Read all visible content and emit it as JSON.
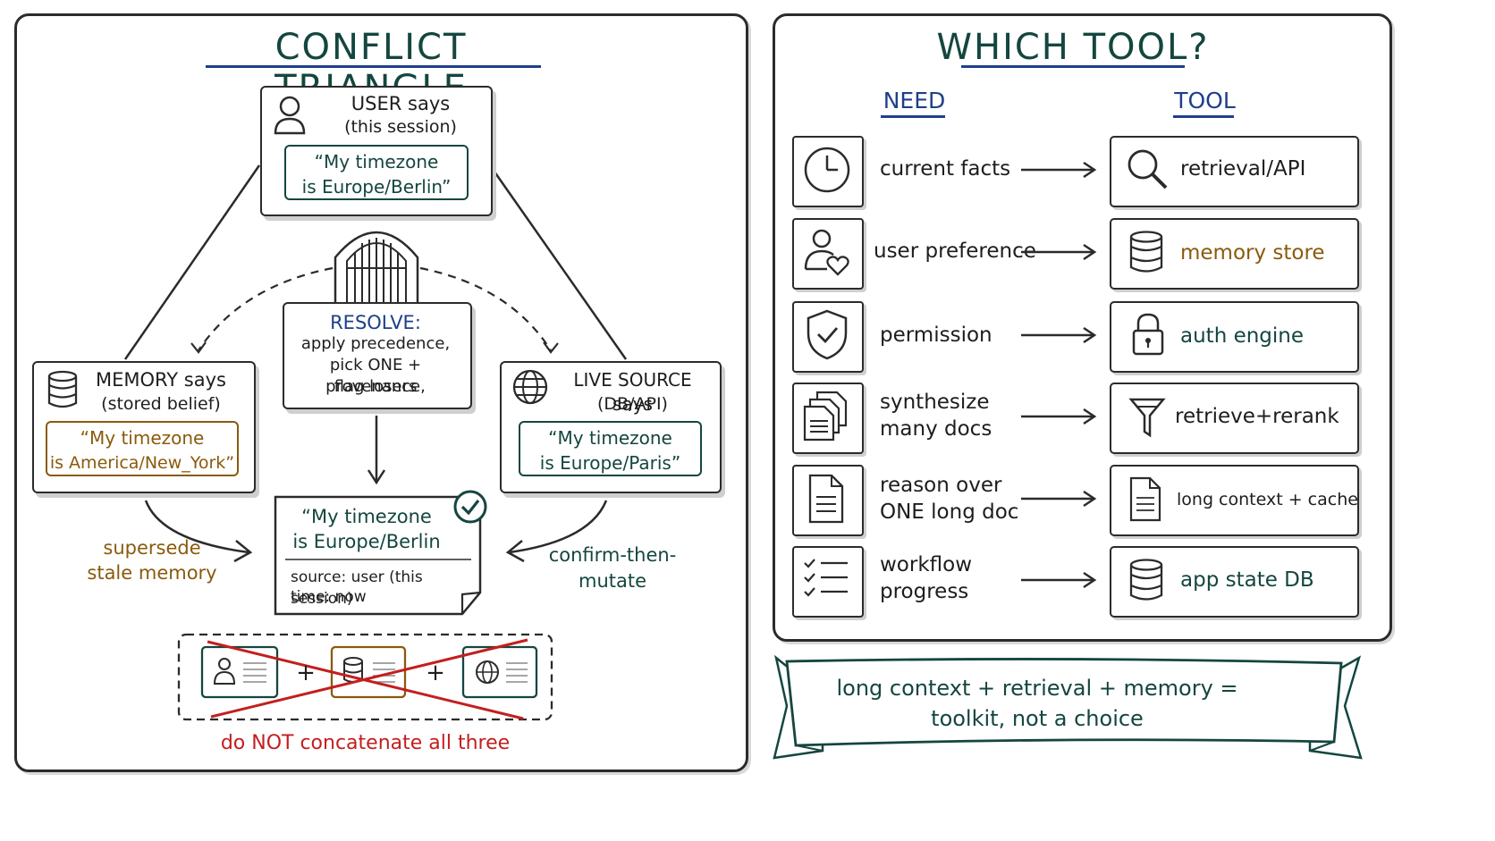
{
  "left": {
    "title": "CONFLICT TRIANGLE",
    "user": {
      "header": "USER says",
      "sub": "(this session)",
      "quote_1": "“My timezone",
      "quote_2": "is Europe/Berlin”",
      "icon": "person-icon"
    },
    "memory": {
      "header": "MEMORY says",
      "sub": "(stored belief)",
      "quote_1": "“My timezone",
      "quote_2": "is America/New_York”",
      "icon": "database-icon"
    },
    "live": {
      "header": "LIVE SOURCE says",
      "sub": "(DB/API)",
      "quote_1": "“My timezone",
      "quote_2": "is Europe/Paris”",
      "icon": "globe-icon"
    },
    "resolve": {
      "title": "RESOLVE:",
      "line_1": "apply precedence,",
      "line_2": "pick ONE + provenance,",
      "line_3": "flag losers",
      "icon": "gate-icon"
    },
    "result": {
      "quote_1": "“My timezone",
      "quote_2": "is Europe/Berlin",
      "source": "source: user (this session)",
      "time": "time: now",
      "icon": "checkmark-icon"
    },
    "supersede": {
      "line_1": "supersede",
      "line_2": "stale memory"
    },
    "confirm": {
      "line_1": "confirm-then-",
      "line_2": "mutate"
    },
    "concat": {
      "plus_1": "+",
      "plus_2": "+",
      "warning": "do NOT concatenate all three"
    }
  },
  "right": {
    "title": "WHICH TOOL?",
    "need_header": "NEED",
    "tool_header": "TOOL",
    "rows": [
      {
        "need_1": "current facts",
        "need_2": "",
        "tool": "retrieval/API",
        "need_icon": "clock-icon",
        "tool_icon": "magnifier-icon",
        "tool_color": "#1d1d1d"
      },
      {
        "need_1": "user preference",
        "need_2": "",
        "tool": "memory store",
        "need_icon": "user-heart-icon",
        "tool_icon": "database-icon",
        "tool_color": "#8a5a0c"
      },
      {
        "need_1": "permission",
        "need_2": "",
        "tool": "auth engine",
        "need_icon": "shield-check-icon",
        "tool_icon": "padlock-icon",
        "tool_color": "#14463f"
      },
      {
        "need_1": "synthesize",
        "need_2": "many docs",
        "tool": "retrieve+rerank",
        "need_icon": "documents-icon",
        "tool_icon": "funnel-icon",
        "tool_color": "#1d1d1d"
      },
      {
        "need_1": "reason over",
        "need_2": "ONE long doc",
        "tool": "long context + cache",
        "need_icon": "document-icon",
        "tool_icon": "document-icon",
        "tool_color": "#1d1d1d"
      },
      {
        "need_1": "workflow",
        "need_2": "progress",
        "tool": "app state DB",
        "need_icon": "checklist-icon",
        "tool_icon": "database-icon",
        "tool_color": "#14463f"
      }
    ],
    "banner": {
      "line_1": "long context + retrieval + memory =",
      "line_2": "toolkit, not a choice"
    }
  },
  "colors": {
    "green": "#14463f",
    "brown": "#8a5a0c",
    "navy": "#1f3f8a",
    "red": "#c41e1e"
  }
}
